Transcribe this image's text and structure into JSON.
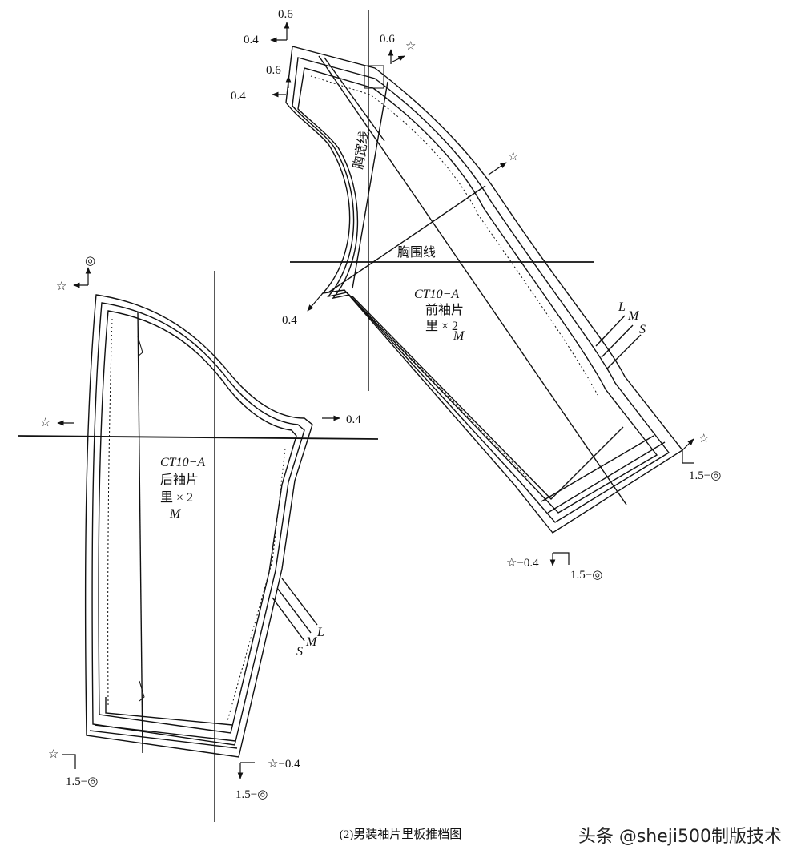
{
  "front_piece": {
    "code": "CT10−A",
    "name": "前袖片",
    "qty": "里 × 2",
    "size": "M",
    "chest_width_line": "胸宽线",
    "chest_line": "胸围线"
  },
  "back_piece": {
    "code": "CT10−A",
    "name": "后袖片",
    "qty": "里 × 2",
    "size": "M"
  },
  "sizes": {
    "l": "L",
    "m": "M",
    "s": "S"
  },
  "grade_marks": {
    "v06": "0.6",
    "v04": "0.4",
    "star": "☆",
    "circle": "◎",
    "hem_circle": "1.5−◎",
    "hem_star": "☆−0.4"
  },
  "caption": "(2)男装袖片里板推档图",
  "watermark": "头条 @sheji500制版技术"
}
